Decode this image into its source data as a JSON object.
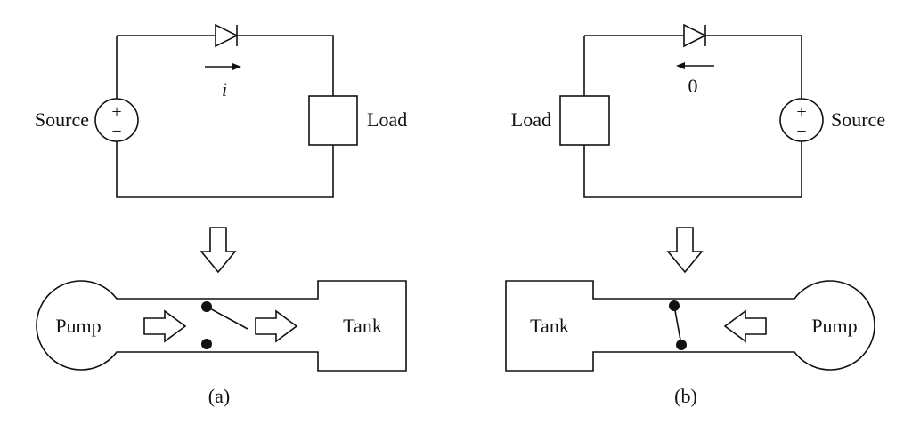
{
  "panel_a": {
    "circuit": {
      "source_label": "Source",
      "load_label": "Load",
      "current_label": "i",
      "source_plus": "+",
      "source_minus": "−"
    },
    "hydraulic": {
      "pump_label": "Pump",
      "tank_label": "Tank"
    },
    "caption": "(a)"
  },
  "panel_b": {
    "circuit": {
      "source_label": "Source",
      "load_label": "Load",
      "current_label": "0",
      "source_plus": "+",
      "source_minus": "−"
    },
    "hydraulic": {
      "pump_label": "Pump",
      "tank_label": "Tank"
    },
    "caption": "(b)"
  },
  "icons": [
    "diode-icon",
    "voltage-source-icon",
    "load-box-icon",
    "down-arrow-icon",
    "flow-arrow-icon",
    "switch-icon",
    "pump-icon",
    "tank-icon"
  ],
  "colors": {
    "ink": "#111111",
    "background": "#ffffff"
  }
}
